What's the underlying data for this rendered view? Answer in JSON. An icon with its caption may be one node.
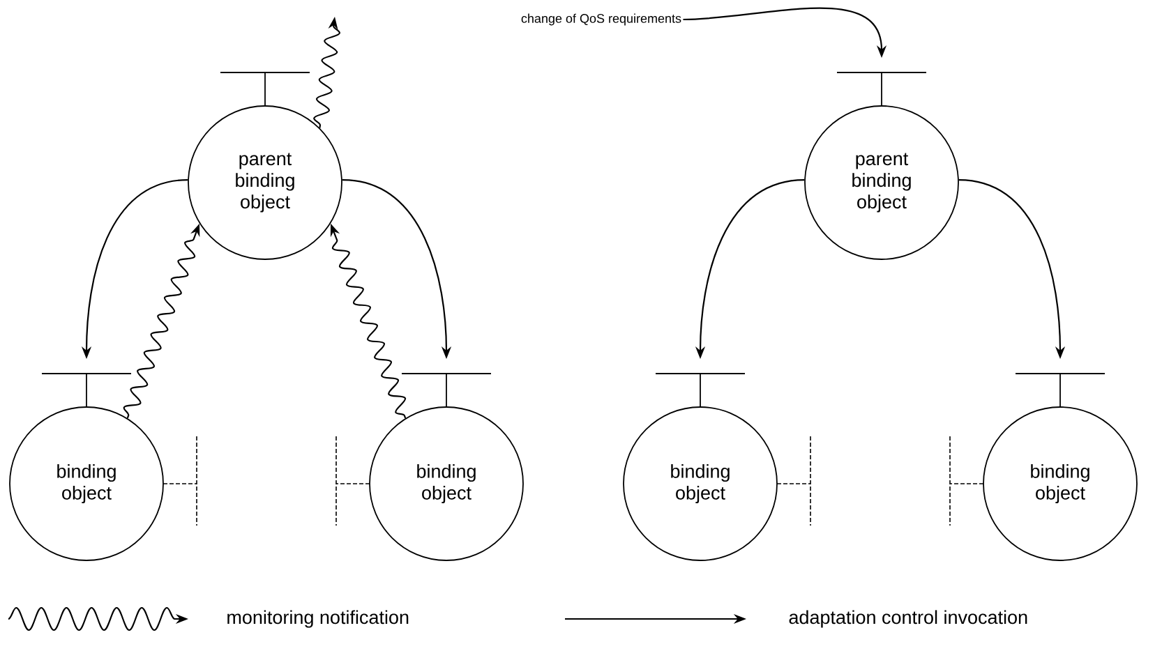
{
  "diagram": {
    "nodes": [
      {
        "text": [
          "parent binding object"
        ]
      },
      {
        "text": [
          "binding object"
        ]
      },
      {
        "text": [
          "binding object"
        ]
      },
      {
        "text": [
          "parent binding object"
        ]
      },
      {
        "text": [
          "binding object"
        ]
      },
      {
        "text": [
          "binding object"
        ]
      },
      {
        "text": [
          "change of QoS requirements"
        ]
      }
    ],
    "edges": [
      {
        "from": 0,
        "to": 1,
        "arrow": "to"
      },
      {
        "from": 0,
        "to": 2,
        "arrow": "to"
      },
      {
        "from": 1,
        "to": 0,
        "arrow": "to"
      },
      {
        "from": 2,
        "to": 0,
        "arrow": "to"
      },
      {
        "from": 0,
        "to": null,
        "arrow": "to"
      },
      {
        "from": 6,
        "to": 3,
        "arrow": "to"
      },
      {
        "from": 3,
        "to": 4,
        "arrow": "to"
      },
      {
        "from": 3,
        "to": 5,
        "arrow": "to"
      }
    ],
    "legend": [
      {
        "text": "monitoring notification"
      },
      {
        "text": "adaptation control invocation"
      }
    ]
  }
}
